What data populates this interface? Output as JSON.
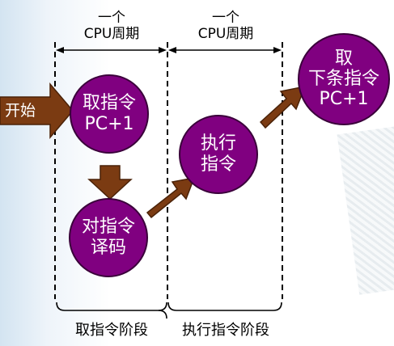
{
  "cycle_labels": [
    {
      "line1": "一个",
      "line2": "CPU周期"
    },
    {
      "line1": "一个",
      "line2": "CPU周期"
    }
  ],
  "start": {
    "label": "开始"
  },
  "nodes": {
    "fetch": {
      "line1": "取指令",
      "line2": "PC+1"
    },
    "decode": {
      "line1": "对指令",
      "line2": "译码"
    },
    "execute": {
      "line1": "执行",
      "line2": "指令"
    },
    "next": {
      "line1": "取",
      "line2": "下条指令",
      "line3": "PC+1"
    }
  },
  "phases": {
    "fetch_phase": "取指令阶段",
    "execute_phase": "执行指令阶段"
  },
  "colors": {
    "node_fill": "#800080",
    "node_stroke": "#3a003a",
    "arrow_fill": "#7b3b12",
    "arrow_stroke": "#4a2208"
  }
}
